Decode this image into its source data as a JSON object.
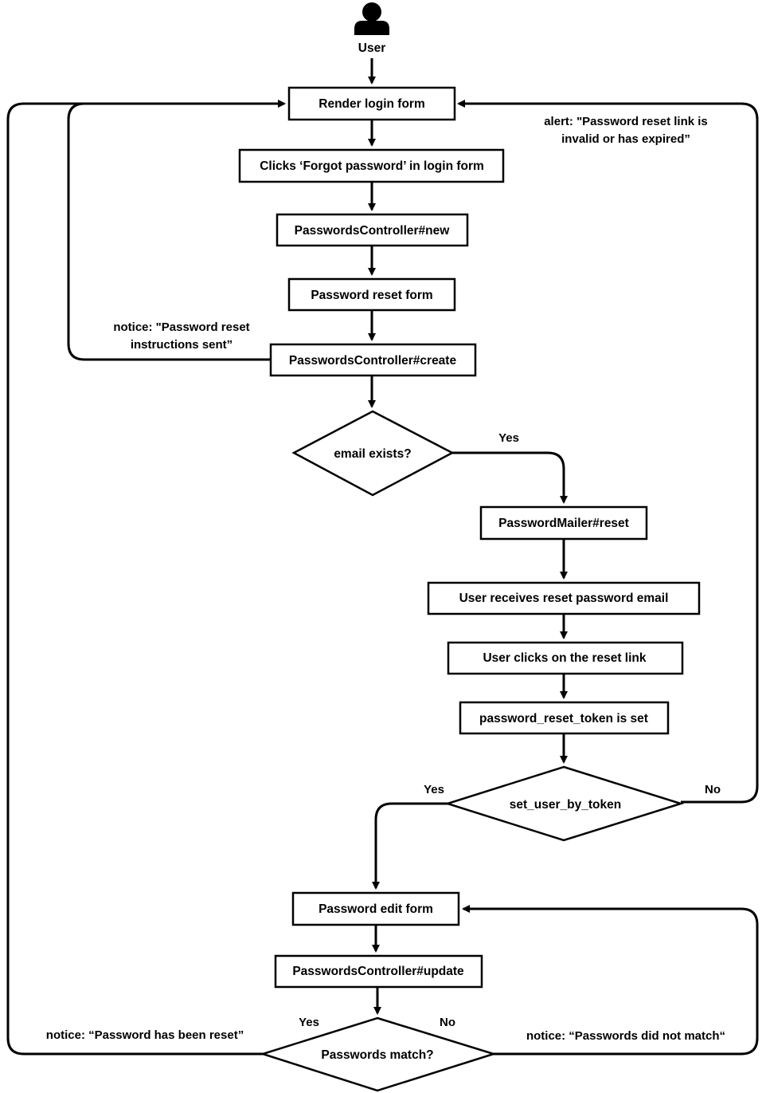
{
  "user": {
    "label": "User",
    "icon": "user-icon"
  },
  "nodes": {
    "render_login_form": "Render login form",
    "clicks_forgot": "Clicks ‘Forgot password’ in login form",
    "pc_new": "PasswordsController#new",
    "password_reset_form": "Password reset form",
    "pc_create": "PasswordsController#create",
    "email_exists": "email exists?",
    "mailer_reset": "PasswordMailer#reset",
    "user_receives_email": "User receives reset password email",
    "user_clicks_link": "User clicks on the reset link",
    "token_is_set": "password_reset_token is set",
    "set_user_by_token": "set_user_by_token",
    "password_edit_form": "Password edit form",
    "pc_update": "PasswordsController#update",
    "passwords_match": "Passwords match?"
  },
  "edge_labels": {
    "email_yes": "Yes",
    "token_yes": "Yes",
    "token_no": "No",
    "match_yes": "Yes",
    "match_no": "No"
  },
  "notes": {
    "alert_line1": "alert: \"Password reset link is",
    "alert_line2": "invalid or has expired”",
    "notice_sent_line1": "notice: \"Password reset",
    "notice_sent_line2": "instructions sent”",
    "notice_reset": "notice: “Password has been reset”",
    "notice_mismatch": "notice: “Passwords did not match“"
  }
}
